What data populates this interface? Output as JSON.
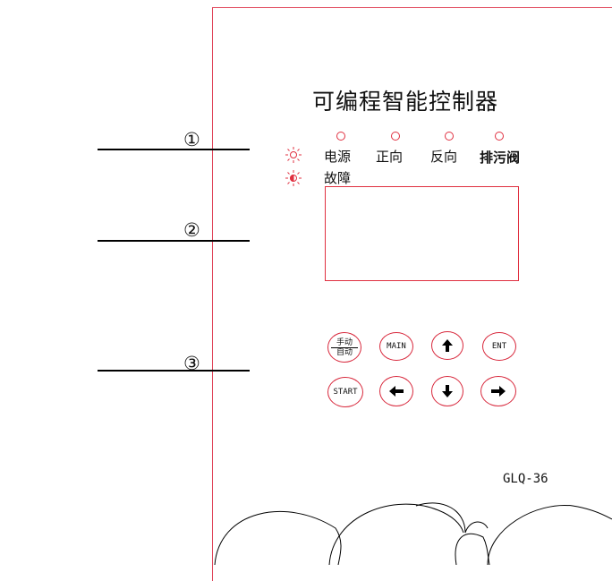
{
  "title": "可编程智能控制器",
  "callouts": [
    "①",
    "②",
    "③"
  ],
  "indicators": {
    "leds": [
      "电源",
      "正向",
      "反向",
      "排污阀"
    ],
    "fault": "故障"
  },
  "keys": {
    "manual": "手动",
    "auto": "自动",
    "main": "MAIN",
    "ent": "ENT",
    "start": "START"
  },
  "model": "GLQ-36",
  "colors": {
    "outline": "#e0455a",
    "led": "#e03040",
    "key_arrow": "#000000"
  },
  "icons": [
    "sun-icon",
    "half-sun-icon",
    "arrow-up-icon",
    "arrow-left-icon",
    "arrow-down-icon",
    "arrow-right-icon"
  ]
}
